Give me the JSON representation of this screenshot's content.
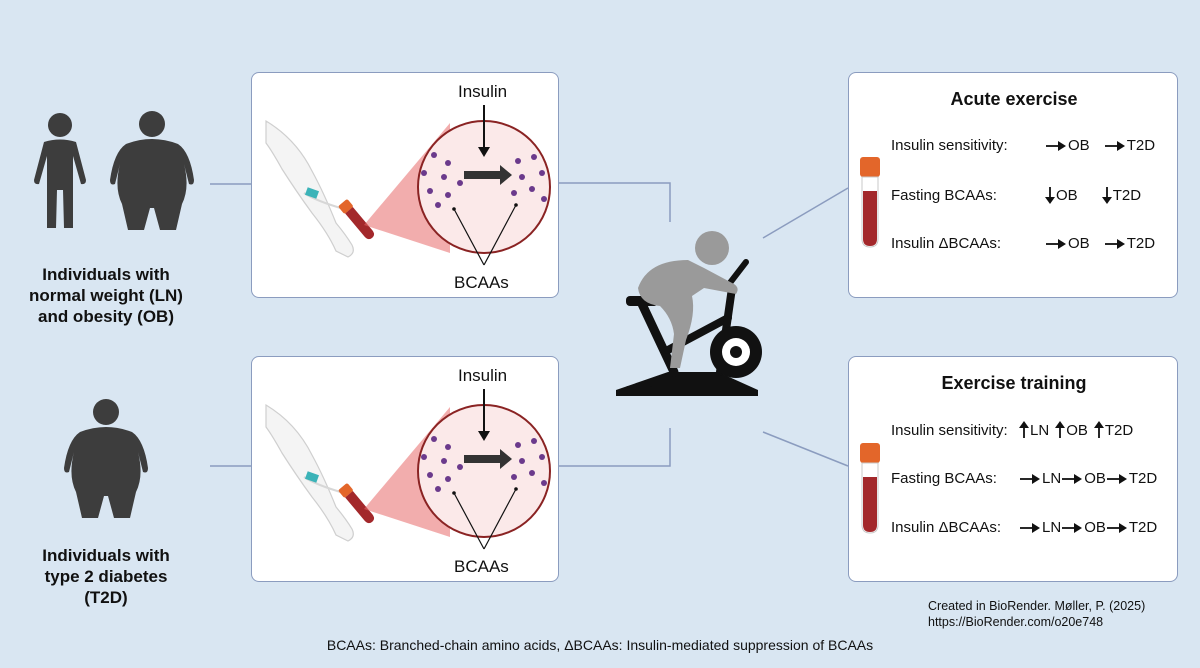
{
  "groups": {
    "top_label": [
      "Individuals with",
      "normal weight (LN)",
      "and obesity (OB)"
    ],
    "bottom_label": [
      "Individuals with",
      "type 2 diabetes",
      "(T2D)"
    ]
  },
  "clamp": {
    "insulin_label": "Insulin",
    "bcaa_label": "BCAAs"
  },
  "acute": {
    "title": "Acute exercise",
    "rows": [
      {
        "name": "Insulin sensitivity:",
        "items": [
          {
            "dir": "right",
            "text": "OB"
          },
          {
            "dir": "right",
            "text": "T2D"
          }
        ]
      },
      {
        "name": "Fasting BCAAs:",
        "items": [
          {
            "dir": "down",
            "text": "OB"
          },
          {
            "dir": "down",
            "text": "T2D"
          }
        ]
      },
      {
        "name": "Insulin ΔBCAAs:",
        "items": [
          {
            "dir": "right",
            "text": "OB"
          },
          {
            "dir": "right",
            "text": "T2D"
          }
        ]
      }
    ]
  },
  "training": {
    "title": "Exercise training",
    "rows": [
      {
        "name": "Insulin sensitivity:",
        "items": [
          {
            "dir": "up",
            "text": "LN"
          },
          {
            "dir": "up",
            "text": "OB"
          },
          {
            "dir": "up",
            "text": "T2D"
          }
        ]
      },
      {
        "name": "Fasting BCAAs:",
        "items": [
          {
            "dir": "right",
            "text": "LN"
          },
          {
            "dir": "right",
            "text": "OB"
          },
          {
            "dir": "right",
            "text": "T2D"
          }
        ]
      },
      {
        "name": "Insulin ΔBCAAs:",
        "items": [
          {
            "dir": "right",
            "text": "LN"
          },
          {
            "dir": "right",
            "text": "OB"
          },
          {
            "dir": "right",
            "text": "T2D"
          }
        ]
      }
    ]
  },
  "credit": {
    "line1": "Created in BioRender. Møller, P. (2025)",
    "line2": "https://BioRender.com/o20e748"
  },
  "footer": "BCAAs: Branched-chain amino acids, ΔBCAAs: Insulin-mediated suppression of BCAAs",
  "colors": {
    "background": "#d9e6f2",
    "panel_border": "#8b9cbf",
    "silhouette": "#3d3d3d",
    "bike": "#111111",
    "rider": "#9a9a9a",
    "blood": "#a3282b",
    "tube_cap": "#e3662a",
    "dot": "#6b3a8c",
    "zoom": "#e86a6a"
  }
}
